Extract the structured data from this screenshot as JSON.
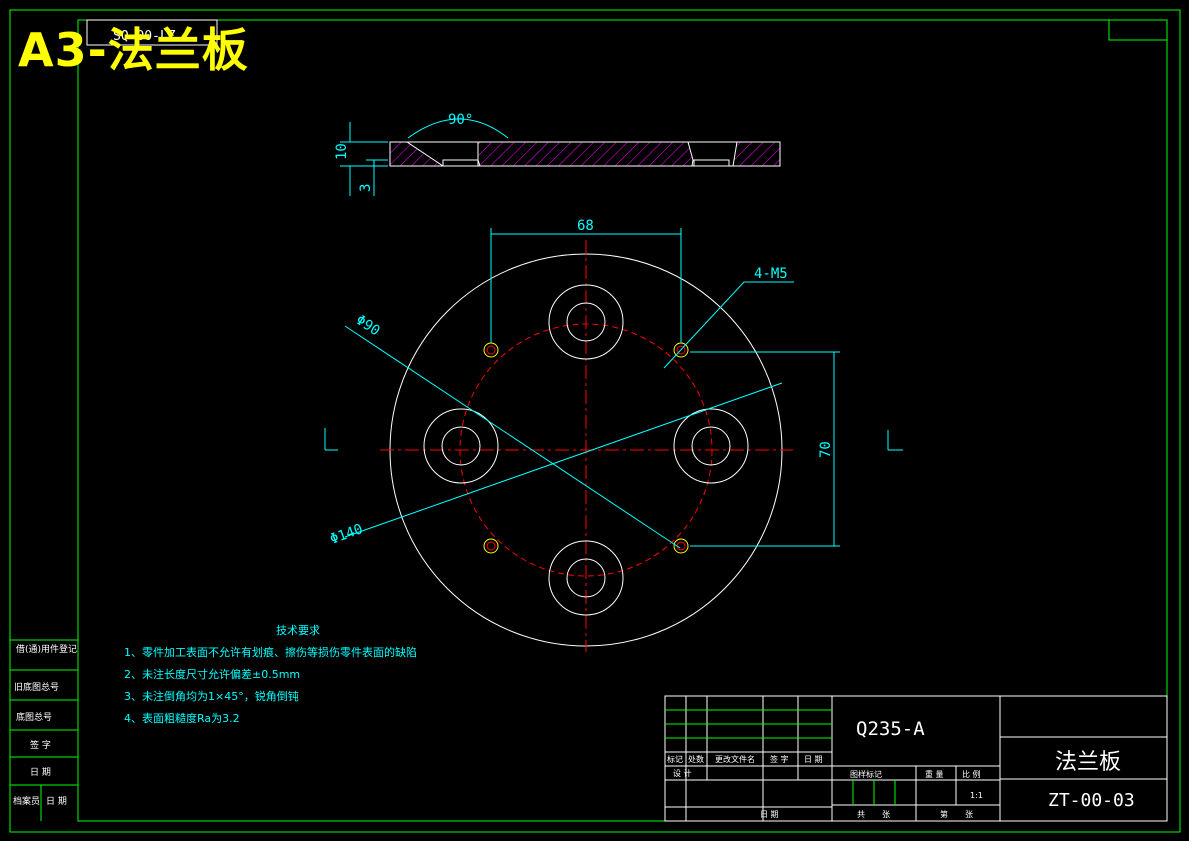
{
  "drawing": {
    "watermark": "A3-法兰板",
    "corner_code": "SQ-00-LZ",
    "dims": {
      "chamfer_angle": "90°",
      "thickness": "10",
      "depth": "3",
      "hole_spacing_h": "68",
      "thread_note": "4-M5",
      "bolt_circle": "Φ90",
      "outer_dia": "Φ140",
      "hole_spacing_v": "70"
    }
  },
  "tech_requirements": {
    "title": "技术要求",
    "items": [
      "1、零件加工表面不允许有划痕、擦伤等损伤零件表面的缺陷",
      "2、未注长度尺寸允许偏差±0.5mm",
      "3、未注倒角均为1×45°，锐角倒钝",
      "4、表面粗糙度Ra为3.2"
    ]
  },
  "left_strip": {
    "rows": [
      "借(通)用件登记",
      "旧底图总号",
      "底图总号",
      "签 字",
      "日 期"
    ],
    "bottom": [
      "档案员",
      "日 期"
    ]
  },
  "title_block": {
    "material": "Q235-A",
    "part_name": "法兰板",
    "drawing_no": "ZT-00-03",
    "scale": "1:1",
    "labels": {
      "mark": "标记",
      "count": "处数",
      "doc": "更改文件名",
      "sign": "签 字",
      "date": "日 期",
      "design": "设 计",
      "stage": "图样标记",
      "weight": "重 量",
      "ratio": "比 例",
      "total": "共",
      "sheet": "张",
      "page": "第",
      "page_sheet": "张",
      "date2": "日 期"
    }
  },
  "colors": {
    "frame": "#00ff00",
    "outline": "#ffffff",
    "center": "#ff0000",
    "dim": "#00ffff",
    "hatch": "#ff00ff",
    "watermark": "#ffff00"
  }
}
